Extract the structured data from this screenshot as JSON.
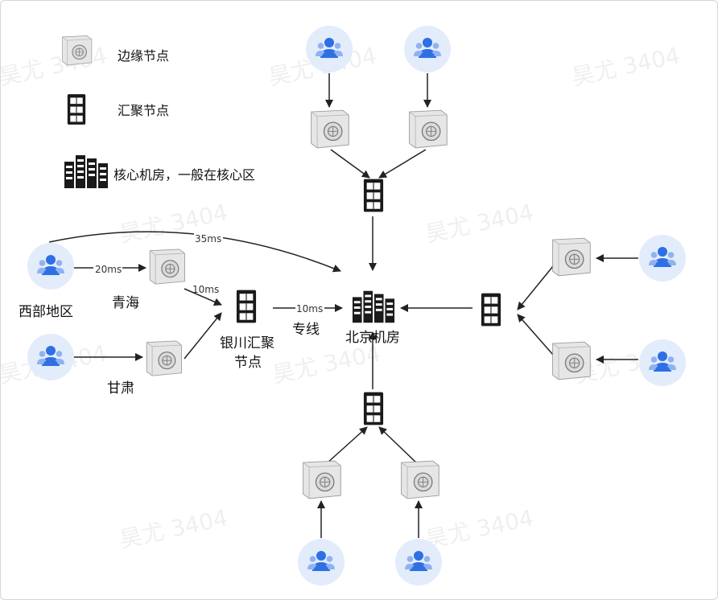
{
  "legend": {
    "edge": "边缘节点",
    "aggregation": "汇聚节点",
    "core": "核心机房，一般在核心区"
  },
  "labels": {
    "west_region": "西部地区",
    "qinghai": "青海",
    "gansu": "甘肃",
    "yinchuan_line1": "银川汇聚",
    "yinchuan_line2": "节点",
    "dedicated_line": "专线",
    "beijing": "北京机房"
  },
  "latency": {
    "west_to_beijing": "35ms",
    "west_to_qinghai": "20ms",
    "qinghai_to_yinchuan": "10ms",
    "yinchuan_to_beijing": "10ms"
  },
  "watermark": "昊尤 3404",
  "colors": {
    "user_circle": "#e3ecfb",
    "user_icon": "#2f6fe4",
    "arrow": "#222222",
    "edge_box": "#e6e6e6",
    "server": "#1a1a1a"
  },
  "icons": {
    "edge": "edge-node-icon",
    "aggregation": "aggregation-node-icon",
    "core": "core-datacenter-icon",
    "user": "user-group-icon"
  }
}
